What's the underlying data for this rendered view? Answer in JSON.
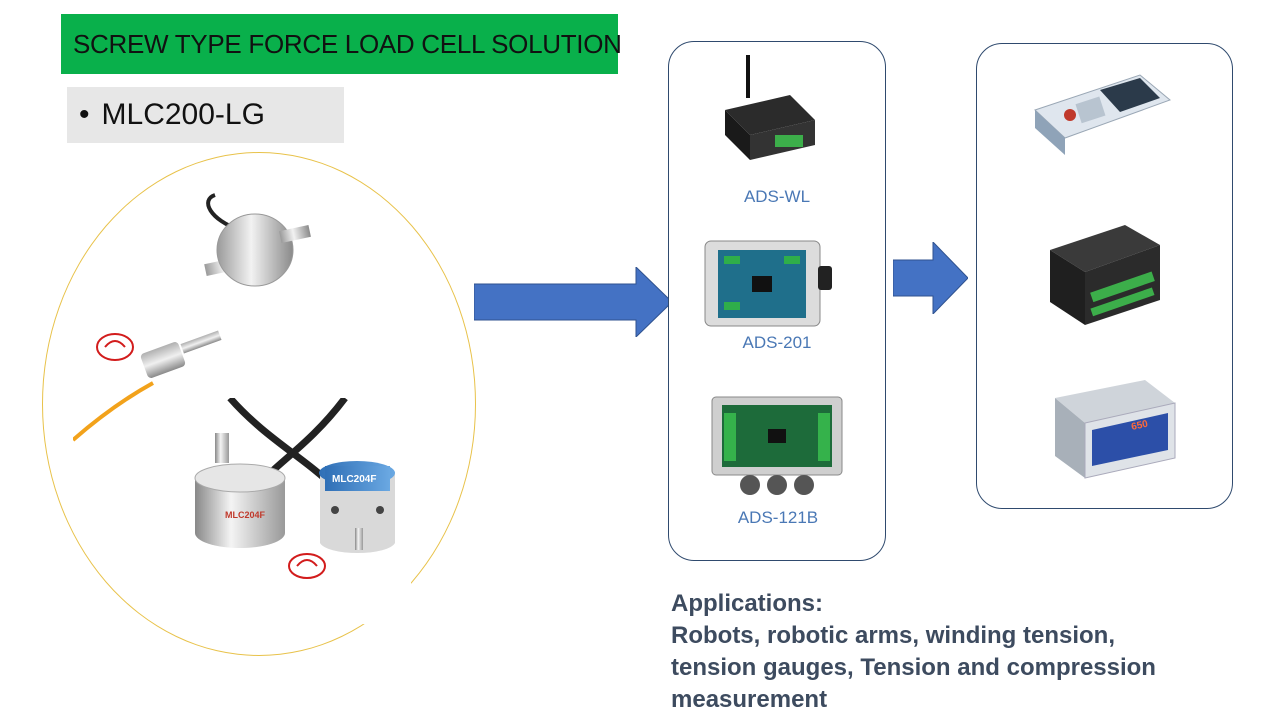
{
  "title": "SCREW TYPE FORCE LOAD CELL SOLUTION",
  "model": {
    "bullet": "•",
    "name": "MLC200-LG"
  },
  "sensors": {
    "product_labels": [
      "MLC204F",
      "MLC204F"
    ]
  },
  "devices": [
    {
      "label": "ADS-WL"
    },
    {
      "label": "ADS-201"
    },
    {
      "label": "ADS-121B"
    }
  ],
  "indicator_text": "650",
  "applications": {
    "heading": "Applications:",
    "lines": [
      "Robots, robotic arms, winding tension,",
      "tension gauges, Tension and compression",
      "measurement"
    ]
  },
  "colors": {
    "banner": "#09b04b",
    "arrow": "#4472c4",
    "label": "#4a78b5",
    "ellipse": "#e8c24a"
  }
}
